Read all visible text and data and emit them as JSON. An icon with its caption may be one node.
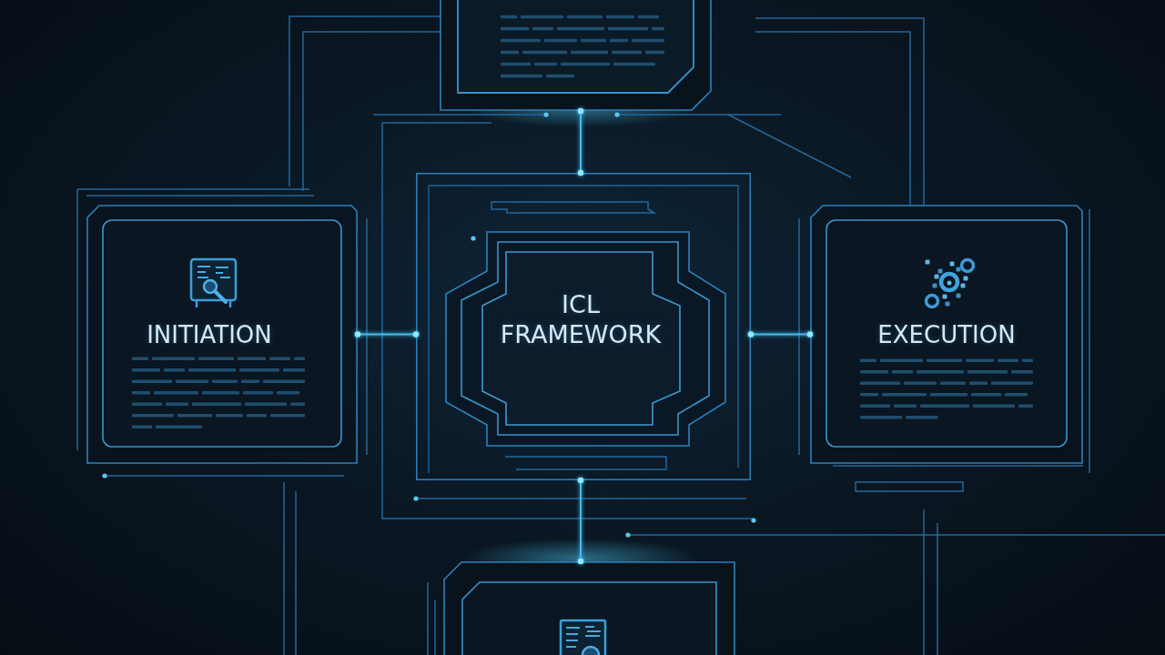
{
  "diagram": {
    "nodes": [
      {
        "text": [],
        "shape": "box"
      },
      {
        "text": [
          "INITIATION"
        ]
      },
      {
        "text": [
          "ICL FRAMEWORK"
        ]
      },
      {
        "text": [
          "EXECUTION"
        ]
      },
      {
        "text": [],
        "shape": "box"
      }
    ],
    "edges": [
      {
        "from": 0,
        "to": 2,
        "arrow": "other"
      },
      {
        "from": 1,
        "to": 2,
        "arrow": "other"
      },
      {
        "from": 2,
        "to": 3,
        "arrow": "other"
      },
      {
        "from": 2,
        "to": 4,
        "arrow": "other"
      }
    ]
  }
}
